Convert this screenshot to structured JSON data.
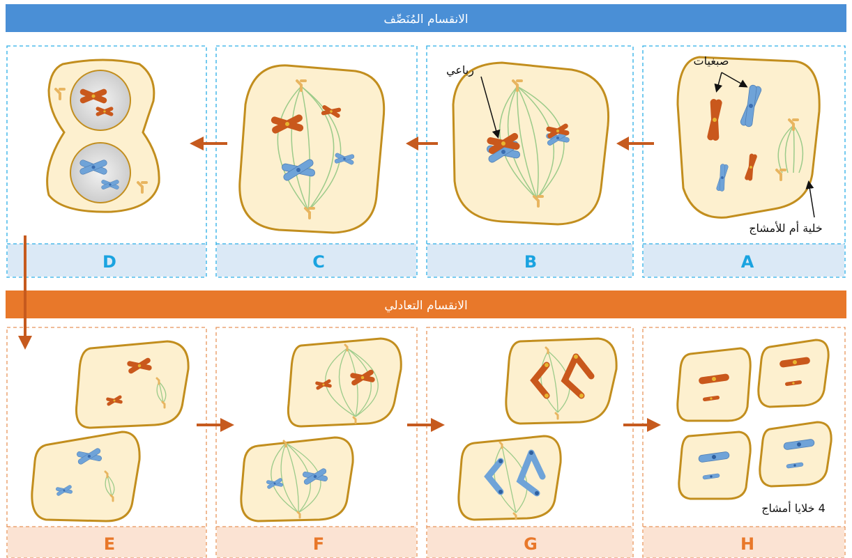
{
  "banners": {
    "meiosis_reductional": "الانقسام المُنَصِّف",
    "meiosis_equational": "الانقسام التعادلي"
  },
  "stages": {
    "top": [
      "D",
      "C",
      "B",
      "A"
    ],
    "bottom": [
      "E",
      "F",
      "G",
      "H"
    ]
  },
  "labels": {
    "chromosomes": "صبغيات",
    "tetrad": "رباعي",
    "mother_cell": "خلية أم للأمشاج",
    "four_gametes": "4 خلايا أمشاج"
  },
  "colors": {
    "top_banner": "#4a8fd6",
    "bottom_banner": "#e8782a",
    "top_frame": "#2aaee6",
    "bottom_frame": "#e8955a",
    "top_letter_bg": "#dbe9f6",
    "bottom_letter_bg": "#fbe3d3",
    "top_letter": "#1aa3e0",
    "bottom_letter": "#e8782a",
    "cell_fill": "#fdf0cf",
    "cell_border": "#c28e1e",
    "chromosome_orange": "#c9581c",
    "chromosome_blue": "#6fa3d8",
    "spindle": "#9ccb8a",
    "centrosome": "#e8b560",
    "arrow": "#c65a1e"
  }
}
